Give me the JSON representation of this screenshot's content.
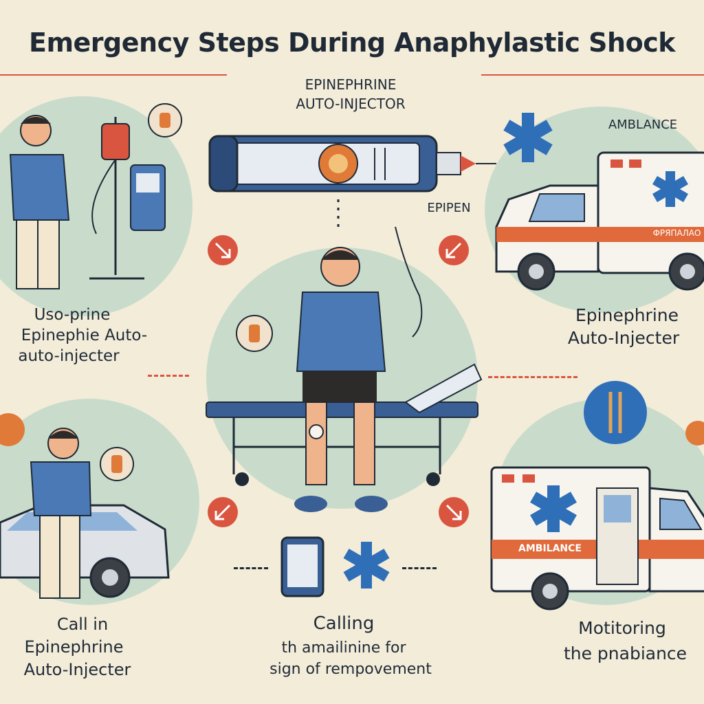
{
  "header": {
    "title": "Emergency Steps During Anaphylastic Shock"
  },
  "autoinjector": {
    "heading_line1": "EPINEPHRINE",
    "heading_line2": "AUTO-INJECTOR",
    "side_label": "EPIPEN"
  },
  "ambulance_top": {
    "label": "AMBLANCE",
    "side_text": "ФРЯПАЛАО"
  },
  "ambulance_bottom": {
    "side_text": "AMBILANCE"
  },
  "steps": {
    "top_left": {
      "line1": "Uso-prine",
      "line2": "Epinephie Auto-",
      "line3": "auto-injecter"
    },
    "top_right": {
      "line1": "Epinephrine",
      "line2": "Auto-Injecter"
    },
    "bottom_left": {
      "line1": "Call in",
      "line2": "Epinephrine",
      "line3": "Auto-Injecter"
    },
    "bottom_center": {
      "line1": "Calling",
      "line2": "th amailinine for",
      "line3": "sign of rempovement"
    },
    "bottom_right": {
      "line1": "Motitoring",
      "line2": "the pnabiance"
    }
  },
  "colors": {
    "background": "#f3ecd9",
    "accent_red": "#d9553f",
    "medical_blue": "#2f6fb8",
    "shirt_blue": "#4a79b5",
    "circle_green": "#c9dccc"
  },
  "icons": [
    "star-of-life-icon",
    "arrow-icon",
    "medicine-icon",
    "iv-stand-icon",
    "phone-icon"
  ]
}
